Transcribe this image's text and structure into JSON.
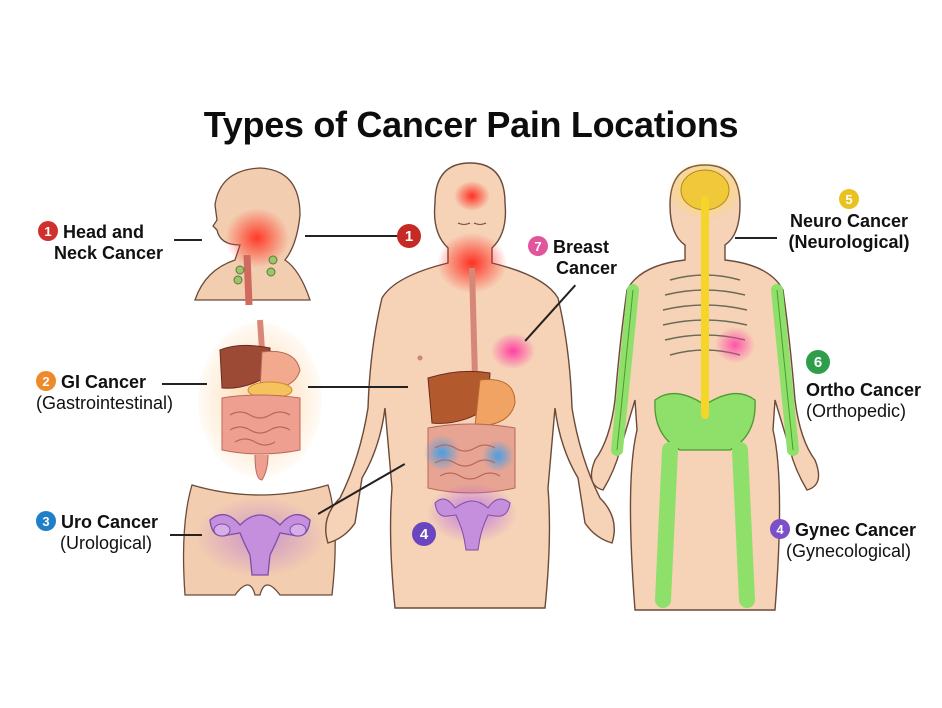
{
  "title": "Types of Cancer Pain Locations",
  "colors": {
    "head_neck": "#d0312d",
    "gi": "#ef8a2b",
    "uro": "#1f7fc8",
    "gynec": "#7b4fc9",
    "neuro": "#e9c21f",
    "ortho": "#2e9e4a",
    "breast": "#e0559c"
  },
  "labels": {
    "head_neck": {
      "number": "1",
      "line1": "Head and",
      "line2": "Neck Cancer"
    },
    "gi": {
      "number": "2",
      "line1": "GI Cancer",
      "line2": "(Gastrointestinal)"
    },
    "uro": {
      "number": "3",
      "line1": "Uro Cancer",
      "line2": "(Urological)"
    },
    "breast": {
      "number": "7",
      "line1": "Breast",
      "line2": "Cancer"
    },
    "neuro": {
      "number": "5",
      "line1": "Neuro Cancer",
      "line2": "(Neurological)"
    },
    "ortho": {
      "number": "6",
      "line1": "Ortho Cancer",
      "line2": "(Orthopedic)"
    },
    "gynec": {
      "number": "4",
      "line1": "Gynec Cancer",
      "line2": "(Gynecological)"
    }
  },
  "body_markers": {
    "head_neck_marker": "1",
    "gynec_marker": "4"
  },
  "illustrations": [
    "head-neck-profile",
    "gi-organs",
    "pelvis-uterus",
    "front-body",
    "skeleton-body"
  ]
}
